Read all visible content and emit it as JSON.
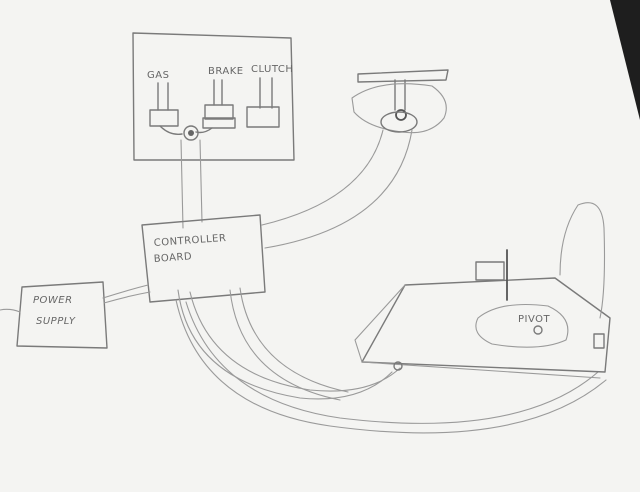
{
  "labels": {
    "gas": "GAS",
    "brake": "BRAKE",
    "clutch": "CLUTCH",
    "controller_line1": "CONTROLLER",
    "controller_line2": "BOARD",
    "power_line1": "POWER",
    "power_line2": "SUPPLY",
    "pivot": "PIVOT"
  },
  "colors": {
    "background": "#1e1e1e",
    "paper": "#f4f4f2",
    "pencil": "#7a7a7a"
  }
}
